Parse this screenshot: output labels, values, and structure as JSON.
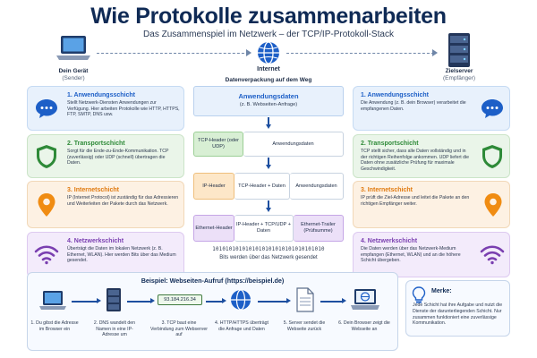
{
  "header": {
    "title": "Wie Protokolle zusammenarbeiten",
    "subtitle": "Das Zusammenspiel im Netzwerk – der TCP/IP-Protokoll-Stack"
  },
  "devices": {
    "sender_name": "Dein Gerät",
    "sender_role": "(Sender)",
    "internet": "Internet",
    "server_name": "Zielserver",
    "server_role": "(Empfänger)"
  },
  "center": {
    "heading": "Datenverpackung auf dem Weg",
    "app_title": "Anwendungsdaten",
    "app_sub": "(z. B. Webseiten-Anfrage)",
    "tcp_header": "TCP-Header (oder UDP)",
    "tcp_data": "Anwendungsdaten",
    "ip_header": "IP-Header",
    "ip_tcp": "TCP-Header + Daten",
    "ip_data": "Anwendungsdaten",
    "eth_header": "Ethernet-Header",
    "eth_ip": "IP-Header + TCP/UDP + Daten",
    "eth_trailer": "Ethernet-Trailer (Prüfsumme)",
    "bits": "1010101010101010101010101010101010",
    "bits_caption": "Bits werden über das Netzwerk gesendet"
  },
  "left_layers": [
    {
      "title": "1. Anwendungsschicht",
      "text": "Stellt Netzwerk-Diensten Anwendungen zur Verfügung. Hier arbeiten Protokolle wie HTTP, HTTPS, FTP, SMTP, DNS usw."
    },
    {
      "title": "2. Transportschicht",
      "text": "Sorgt für die Ende-zu-Ende-Kommunikation. TCP (zuverlässig) oder UDP (schnell) übertragen die Daten."
    },
    {
      "title": "3. Internetschicht",
      "text": "IP (Internet Protocol) ist zuständig für das Adressieren und Weiterleiten der Pakete durch das Netzwerk."
    },
    {
      "title": "4. Netzwerkschicht",
      "text": "Überträgt die Daten im lokalen Netzwerk (z. B. Ethernet, WLAN). Hier werden Bits über das Medium gesendet."
    }
  ],
  "right_layers": [
    {
      "title": "1. Anwendungsschicht",
      "text": "Die Anwendung (z. B. dein Browser) verarbeitet die empfangenen Daten."
    },
    {
      "title": "2. Transportschicht",
      "text": "TCP stellt sicher, dass alle Daten vollständig und in der richtigen Reihenfolge ankommen. UDP liefert die Daten ohne zusätzliche Prüfung für maximale Geschwindigkeit."
    },
    {
      "title": "3. Internetschicht",
      "text": "IP prüft die Ziel-Adresse und leitet die Pakete an den richtigen Empfänger weiter."
    },
    {
      "title": "4. Netzwerkschicht",
      "text": "Die Daten werden über das Netzwerk-Medium empfangen (Ethernet, WLAN) und an die höhere Schicht übergeben."
    }
  ],
  "example": {
    "title": "Beispiel: Webseiten-Aufruf (https://beispiel.de)",
    "ip": "93.184.216.34",
    "steps": [
      "1. Du gibst die Adresse im Browser ein",
      "2. DNS wandelt den Namen in eine IP-Adresse um",
      "3. TCP baut eine Verbindung zum Webserver auf",
      "4. HTTP/HTTPS überträgt die Anfrage und Daten",
      "5. Server sendet die Webseite zurück",
      "6. Dein Browser zeigt die Webseite an"
    ]
  },
  "note": {
    "title": "Merke:",
    "text": "Jede Schicht hat ihre Aufgabe und nutzt die Dienste der darunterliegenden Schicht. Nur zusammen funktioniert eine zuverlässige Kommunikation."
  },
  "colors": {
    "blue": "#1d5fc7",
    "green": "#2e8a38",
    "orange": "#e07a10",
    "purple": "#7a3fb0",
    "navy": "#0f2a55"
  }
}
